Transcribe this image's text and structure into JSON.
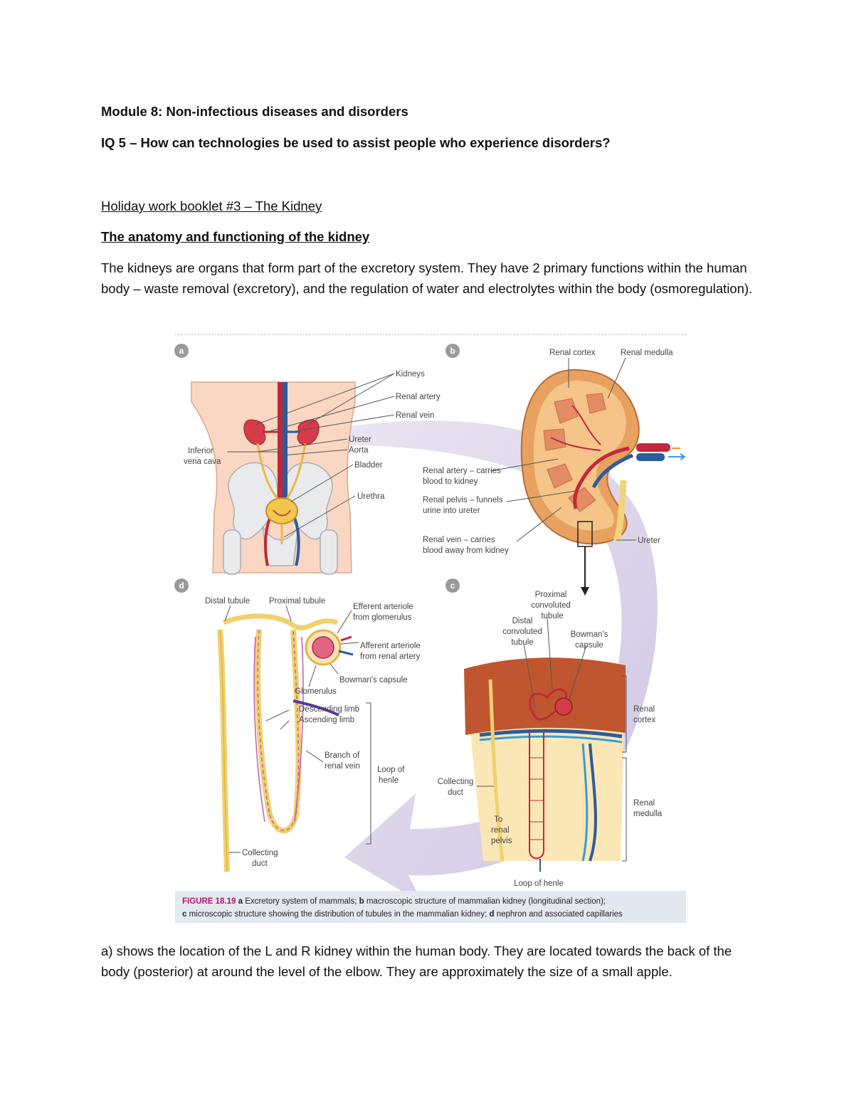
{
  "module_title": "Module 8: Non-infectious diseases and disorders",
  "inquiry_question": "IQ 5 – How can technologies be used to assist people who experience disorders?",
  "booklet_title": "Holiday work booklet #3 – The Kidney",
  "section_heading": "The anatomy and functioning of the kidney",
  "intro_paragraph": "The kidneys are organs that form part of the excretory system. They have 2 primary functions within the human body – waste removal (excretory), and the regulation of water and electrolytes within the body (osmoregulation).",
  "figure": {
    "panels": {
      "a": "a",
      "b": "b",
      "c": "c",
      "d": "d"
    },
    "labels_a": {
      "kidneys": "Kidneys",
      "renal_artery": "Renal artery",
      "renal_vein": "Renal vein",
      "ureter": "Ureter",
      "aorta": "Aorta",
      "bladder": "Bladder",
      "urethra": "Urethra",
      "ivc_1": "Inferior",
      "ivc_2": "vena cava"
    },
    "labels_b": {
      "renal_cortex": "Renal cortex",
      "renal_medulla": "Renal medulla",
      "renal_artery_1": "Renal artery – carries",
      "renal_artery_2": "blood to kidney",
      "renal_pelvis_1": "Renal pelvis – funnels",
      "renal_pelvis_2": "urine into ureter",
      "renal_vein_1": "Renal vein – carries",
      "renal_vein_2": "blood away from kidney",
      "ureter": "Ureter"
    },
    "labels_c": {
      "pct_1": "Proximal",
      "pct_2": "convoluted",
      "pct_3": "tubule",
      "dct_1": "Distal",
      "dct_2": "convoluted",
      "dct_3": "tubule",
      "bowman_1": "Bowman's",
      "bowman_2": "capsule",
      "cortex_1": "Renal",
      "cortex_2": "cortex",
      "medulla_1": "Renal",
      "medulla_2": "medulla",
      "collecting_1": "Collecting",
      "collecting_2": "duct",
      "to_pelvis_1": "To",
      "to_pelvis_2": "renal",
      "to_pelvis_3": "pelvis",
      "loop": "Loop of henle"
    },
    "labels_d": {
      "distal": "Distal tubule",
      "proximal": "Proximal tubule",
      "efferent_1": "Efferent arteriole",
      "efferent_2": "from glomerulus",
      "afferent_1": "Afferent arteriole",
      "afferent_2": "from renal artery",
      "bowman": "Bowman's capsule",
      "glomerulus": "Glomerulus",
      "descending": "Descending limb",
      "ascending": "Ascending limb",
      "branch_1": "Branch of",
      "branch_2": "renal vein",
      "loop_1": "Loop of",
      "loop_2": "henle",
      "collecting_1": "Collecting",
      "collecting_2": "duct"
    },
    "caption": {
      "figure_no": "FIGURE 18.19",
      "line1": [
        {
          "b": "a",
          "t": " Excretory system of mammals; "
        },
        {
          "b": "b",
          "t": " macroscopic structure of mammalian kidney (longitudinal section);"
        }
      ],
      "line2": [
        {
          "b": "c",
          "t": " microscopic structure showing the distribution of tubules in the mammalian kidney; "
        },
        {
          "b": "d",
          "t": " nephron and associated capillaries"
        }
      ]
    }
  },
  "after_paragraph": "a) shows the location of the L and R kidney within the human body. They are located towards the back of the body (posterior) at around the level of the elbow.  They are approximately the size of a small apple."
}
